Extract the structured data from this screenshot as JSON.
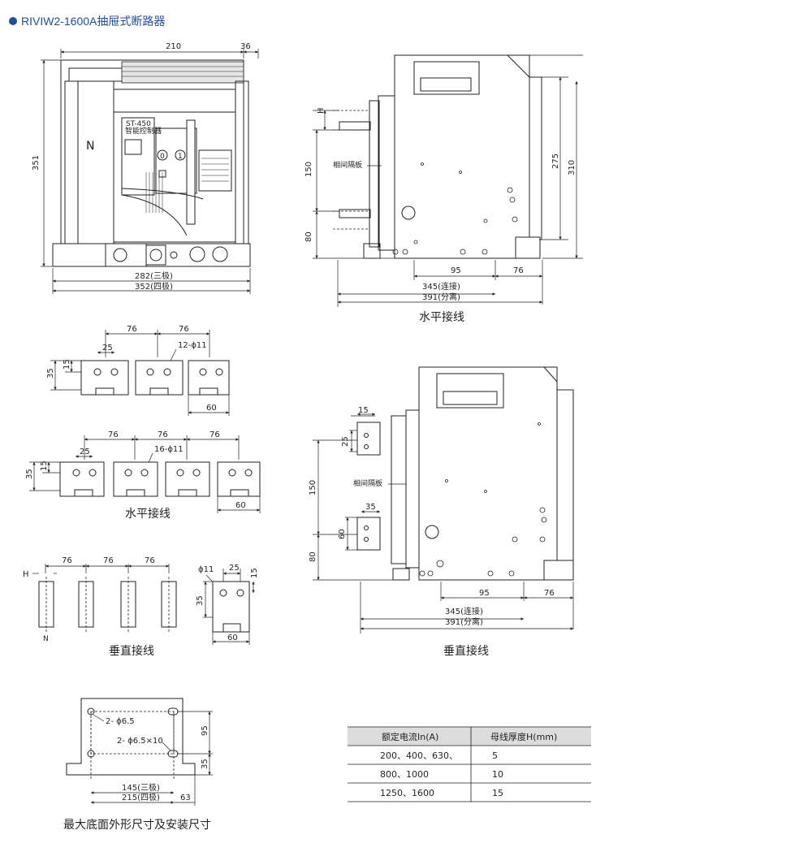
{
  "header": {
    "bullet_color": "#1f4e9c",
    "title": "RIVIW2-1600A抽屉式断路器"
  },
  "front_view": {
    "dim_top_width": "210",
    "dim_top_right": "36",
    "dim_height": "351",
    "dim_bottom_3pole": "282(三极)",
    "dim_bottom_4pole": "352(四极)",
    "label_n": "N",
    "controller_model": "ST-450",
    "controller_name": "智能控制器",
    "btn_off": "0",
    "btn_on": "1"
  },
  "side_horizontal": {
    "dim_h": "H",
    "dim_150": "150",
    "dim_80": "80",
    "dim_275": "275",
    "dim_310": "310",
    "dim_95": "95",
    "dim_76": "76",
    "dim_345": "345(连接)",
    "dim_391": "391(分离)",
    "label_barrier": "相间隔板",
    "caption": "水平接线"
  },
  "terminal_3pole": {
    "dim_76a": "76",
    "dim_76b": "76",
    "dim_25": "25",
    "holes": "12-ϕ11",
    "dim_35": "35",
    "dim_15": "15",
    "dim_60": "60"
  },
  "terminal_4pole": {
    "dim_76a": "76",
    "dim_76b": "76",
    "dim_76c": "76",
    "dim_25": "25",
    "holes": "16-ϕ11",
    "dim_35": "35",
    "dim_15": "15",
    "dim_60": "60",
    "caption": "水平接线"
  },
  "vertical_terminal": {
    "dim_h": "H",
    "dim_76a": "76",
    "dim_76b": "76",
    "dim_76c": "76",
    "label_n": "N",
    "detail_hole": "ϕ11",
    "detail_25": "25",
    "detail_15": "15",
    "detail_35": "35",
    "detail_60": "60",
    "caption": "垂直接线"
  },
  "side_vertical": {
    "dim_15": "15",
    "dim_25": "25",
    "dim_150": "150",
    "dim_35": "35",
    "dim_60": "60",
    "dim_80": "80",
    "dim_95": "95",
    "dim_76": "76",
    "dim_345": "345(连接)",
    "dim_391": "391(分离)",
    "label_barrier": "相间隔板",
    "caption": "垂直接线"
  },
  "base_view": {
    "holes_small": "2- ϕ6.5",
    "holes_slot": "2- ϕ6.5×10",
    "dim_95": "95",
    "dim_35": "35",
    "dim_145": "145(三极)",
    "dim_215": "215(四极)",
    "dim_63": "63",
    "caption": "最大底面外形尺寸及安装尺寸"
  },
  "busbar_table": {
    "header_bg": "#dcdcdc",
    "columns": [
      "额定电流In(A)",
      "母线厚度H(mm)"
    ],
    "rows": [
      [
        "200、400、630、",
        "5"
      ],
      [
        "800、1000",
        "10"
      ],
      [
        "1250、1600",
        "15"
      ]
    ]
  }
}
